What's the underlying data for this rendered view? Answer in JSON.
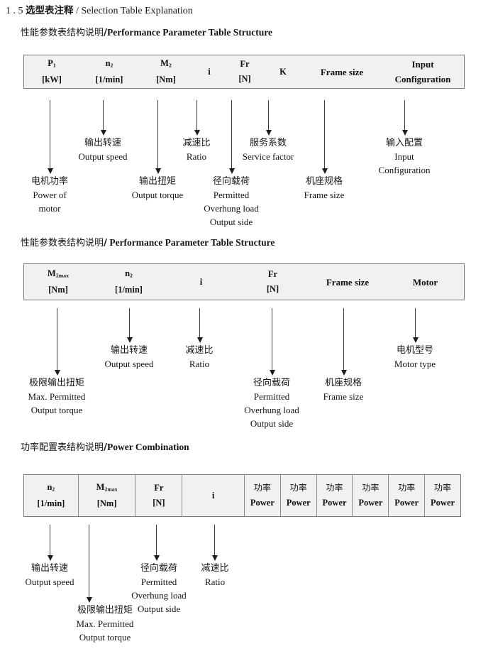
{
  "document": {
    "number": "1 . 5",
    "title_cn": "选型表注释",
    "separator": "/",
    "title_en": "Selection Table Explanation"
  },
  "sections": [
    {
      "heading": {
        "cn": "性能参数表结构说明",
        "sep": "/",
        "en": "Performance Parameter Table Structure"
      },
      "table": {
        "columns": [
          {
            "line1": "P",
            "sub1": "1",
            "line2": "[kW]"
          },
          {
            "line1": "n",
            "sub1": "2",
            "line2": "[1/min]"
          },
          {
            "line1": "M",
            "sub1": "2",
            "line2": "[Nm]"
          },
          {
            "line1": "i",
            "sub1": "",
            "line2": ""
          },
          {
            "line1": "Fr",
            "sub1": "",
            "line2": "[N]"
          },
          {
            "line1": "K",
            "sub1": "",
            "line2": ""
          },
          {
            "line1": "Frame size",
            "sub1": "",
            "line2": ""
          },
          {
            "line1": "Input",
            "sub1": "",
            "line2": "Configuration"
          }
        ]
      },
      "annotations": [
        {
          "cn": "电机功率",
          "en": [
            "Power of",
            "motor"
          ]
        },
        {
          "cn": "输出转速",
          "en": [
            "Output speed"
          ]
        },
        {
          "cn": "输出扭矩",
          "en": [
            "Output torque"
          ]
        },
        {
          "cn": "减速比",
          "en": [
            "Ratio"
          ]
        },
        {
          "cn": "径向载荷",
          "en": [
            "Permitted",
            "Overhung load",
            "Output side"
          ]
        },
        {
          "cn": "服务系数",
          "en": [
            "Service factor"
          ]
        },
        {
          "cn": "机座规格",
          "en": [
            "Frame size"
          ]
        },
        {
          "cn": "输入配置",
          "en": [
            "Input",
            "Configuration"
          ]
        }
      ]
    },
    {
      "heading": {
        "cn": "性能参数表结构说明",
        "sep": "/",
        "en": "Performance Parameter Table Structure"
      },
      "table": {
        "columns": [
          {
            "line1": "M",
            "sub1": "2max",
            "line2": "[Nm]"
          },
          {
            "line1": "n",
            "sub1": "2",
            "line2": "[1/min]"
          },
          {
            "line1": "i",
            "sub1": "",
            "line2": ""
          },
          {
            "line1": "Fr",
            "sub1": "",
            "line2": "[N]"
          },
          {
            "line1": "Frame size",
            "sub1": "",
            "line2": ""
          },
          {
            "line1": "Motor",
            "sub1": "",
            "line2": ""
          }
        ]
      },
      "annotations": [
        {
          "cn": "极限输出扭矩",
          "en": [
            "Max. Permitted",
            "Output  torque"
          ]
        },
        {
          "cn": "输出转速",
          "en": [
            "Output speed"
          ]
        },
        {
          "cn": "减速比",
          "en": [
            "Ratio"
          ]
        },
        {
          "cn": "径向载荷",
          "en": [
            "Permitted",
            "Overhung load",
            "Output side"
          ]
        },
        {
          "cn": "机座规格",
          "en": [
            "Frame size"
          ]
        },
        {
          "cn": "电机型号",
          "en": [
            "Motor type"
          ]
        }
      ]
    },
    {
      "heading": {
        "cn": "功率配置表结构说明",
        "sep": "/",
        "en": "Power Combination"
      },
      "table": {
        "columns": [
          {
            "line1": "n",
            "sub1": "2",
            "line2": "[1/min]"
          },
          {
            "line1": "M",
            "sub1": "2max",
            "line2": "[Nm]"
          },
          {
            "line1": "Fr",
            "sub1": "",
            "line2": "[N]"
          },
          {
            "line1": "i",
            "sub1": "",
            "line2": ""
          },
          {
            "line1": "功率",
            "sub1": "",
            "line2": "Power"
          },
          {
            "line1": "功率",
            "sub1": "",
            "line2": "Power"
          },
          {
            "line1": "功率",
            "sub1": "",
            "line2": "Power"
          },
          {
            "line1": "功率",
            "sub1": "",
            "line2": "Power"
          },
          {
            "line1": "功率",
            "sub1": "",
            "line2": "Power"
          },
          {
            "line1": "功率",
            "sub1": "",
            "line2": "Power"
          }
        ]
      },
      "annotations": [
        {
          "cn": "输出转速",
          "en": [
            "Output speed"
          ]
        },
        {
          "cn": "极限输出扭矩",
          "en": [
            "Max. Permitted",
            "Output  torque"
          ]
        },
        {
          "cn": "径向载荷",
          "en": [
            "Permitted",
            "Overhung load",
            "Output side"
          ]
        },
        {
          "cn": "减速比",
          "en": [
            "Ratio"
          ]
        }
      ]
    }
  ]
}
